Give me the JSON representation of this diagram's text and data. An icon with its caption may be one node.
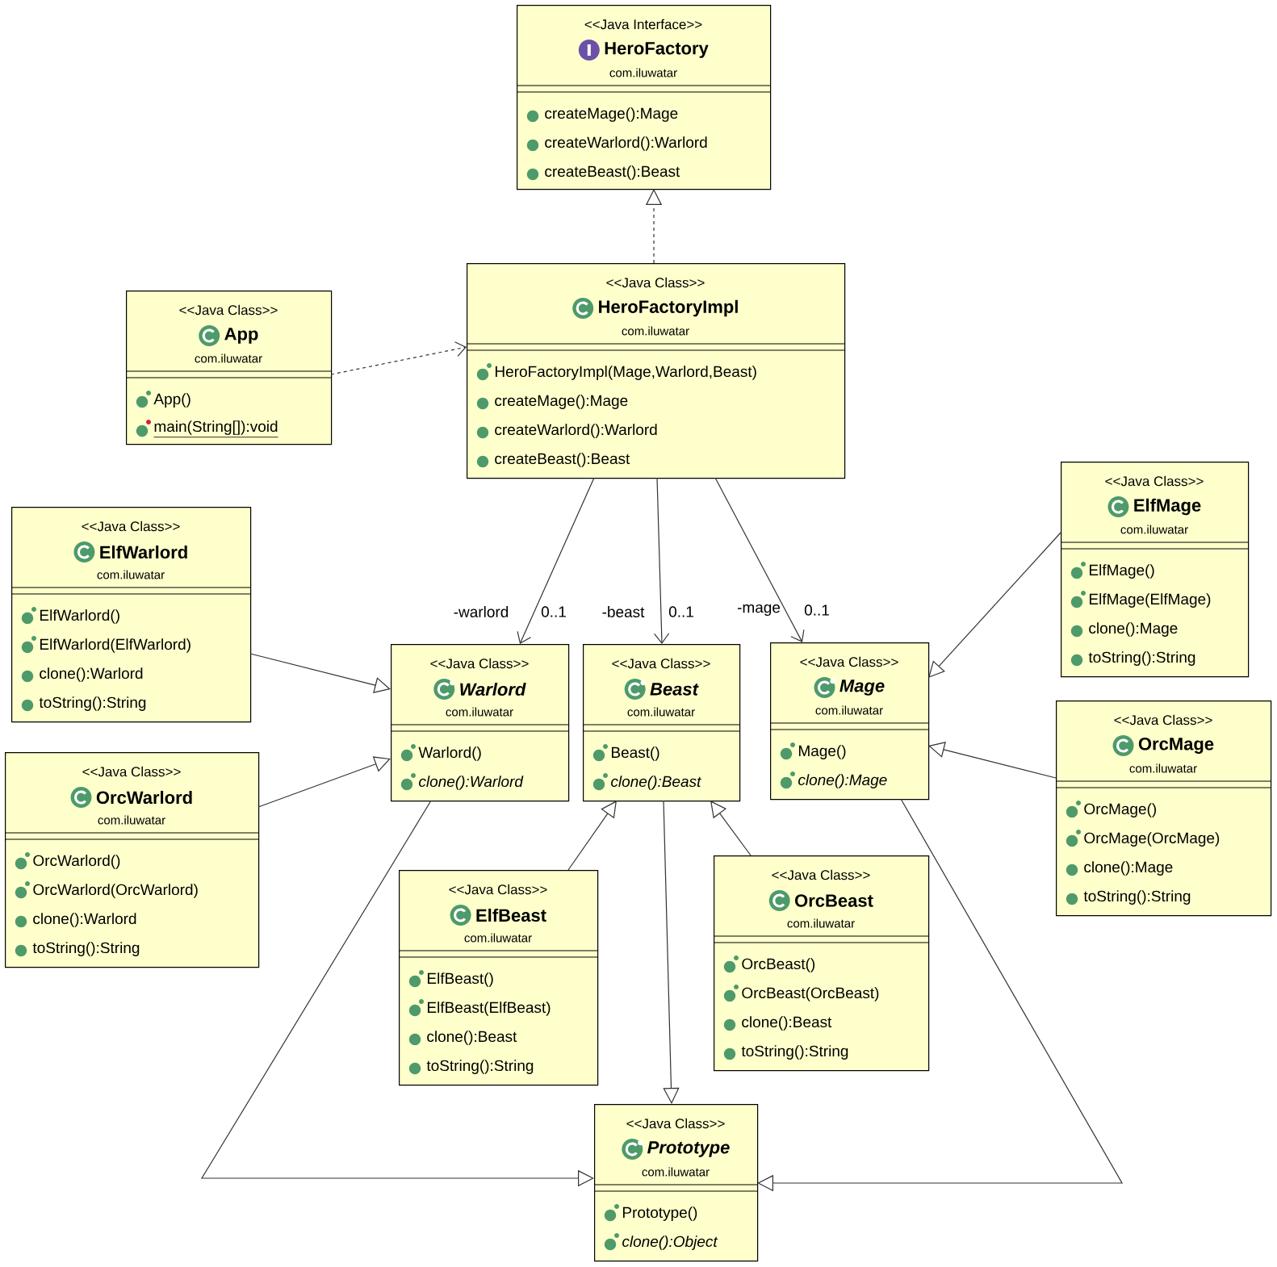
{
  "diagram": {
    "nodes": [
      {
        "text": [
          "<<Java Interface>>",
          "HeroFactory",
          "com.iluwatar",
          "createMage():Mage",
          "createWarlord():Warlord",
          "createBeast():Beast"
        ]
      },
      {
        "text": [
          "<<Java Class>>",
          "App",
          "com.iluwatar",
          "App()",
          "main(String[]):void"
        ]
      },
      {
        "text": [
          "<<Java Class>>",
          "HeroFactoryImpl",
          "com.iluwatar",
          "HeroFactoryImpl(Mage,Warlord,Beast)",
          "createMage():Mage",
          "createWarlord():Warlord",
          "createBeast():Beast"
        ]
      },
      {
        "text": [
          "<<Java Class>>",
          "ElfWarlord",
          "com.iluwatar",
          "ElfWarlord()",
          "ElfWarlord(ElfWarlord)",
          "clone():Warlord",
          "toString():String"
        ]
      },
      {
        "text": [
          "<<Java Class>>",
          "ElfMage",
          "com.iluwatar",
          "ElfMage()",
          "ElfMage(ElfMage)",
          "clone():Mage",
          "toString():String"
        ]
      },
      {
        "text": [
          "<<Java Class>>",
          "Warlord",
          "com.iluwatar",
          "Warlord()",
          "clone():Warlord"
        ]
      },
      {
        "text": [
          "<<Java Class>>",
          "Beast",
          "com.iluwatar",
          "Beast()",
          "clone():Beast"
        ]
      },
      {
        "text": [
          "<<Java Class>>",
          "Mage",
          "com.iluwatar",
          "Mage()",
          "clone():Mage"
        ]
      },
      {
        "text": [
          "<<Java Class>>",
          "OrcWarlord",
          "com.iluwatar",
          "OrcWarlord()",
          "OrcWarlord(OrcWarlord)",
          "clone():Warlord",
          "toString():String"
        ]
      },
      {
        "text": [
          "<<Java Class>>",
          "OrcMage",
          "com.iluwatar",
          "OrcMage()",
          "OrcMage(OrcMage)",
          "clone():Mage",
          "toString():String"
        ]
      },
      {
        "text": [
          "<<Java Class>>",
          "ElfBeast",
          "com.iluwatar",
          "ElfBeast()",
          "ElfBeast(ElfBeast)",
          "clone():Beast",
          "toString():String"
        ]
      },
      {
        "text": [
          "<<Java Class>>",
          "OrcBeast",
          "com.iluwatar",
          "OrcBeast()",
          "OrcBeast(OrcBeast)",
          "clone():Beast",
          "toString():String"
        ]
      },
      {
        "text": [
          "<<Java Class>>",
          "Prototype",
          "com.iluwatar",
          "Prototype()",
          "clone():Object"
        ]
      }
    ],
    "edges": [
      {
        "from": 2,
        "to": 0,
        "arrow": "to",
        "style": "dashed"
      },
      {
        "from": 1,
        "to": 2,
        "arrow": "to",
        "style": "dashed"
      },
      {
        "from": 2,
        "to": 5,
        "arrow": "to"
      },
      {
        "from": 2,
        "to": 6,
        "arrow": "to"
      },
      {
        "from": 2,
        "to": 7,
        "arrow": "to"
      },
      {
        "from": 3,
        "to": 5,
        "arrow": "to"
      },
      {
        "from": 8,
        "to": 5,
        "arrow": "to"
      },
      {
        "from": 4,
        "to": 7,
        "arrow": "to"
      },
      {
        "from": 9,
        "to": 7,
        "arrow": "to"
      },
      {
        "from": 10,
        "to": 6,
        "arrow": "to"
      },
      {
        "from": 11,
        "to": 6,
        "arrow": "to"
      },
      {
        "from": 5,
        "to": 12,
        "arrow": "to"
      },
      {
        "from": 6,
        "to": 12,
        "arrow": "to"
      },
      {
        "from": 7,
        "to": 12,
        "arrow": "to"
      }
    ],
    "labels": [
      "-warlord",
      "0..1",
      "-beast",
      "0..1",
      "-mage",
      "0..1"
    ]
  }
}
